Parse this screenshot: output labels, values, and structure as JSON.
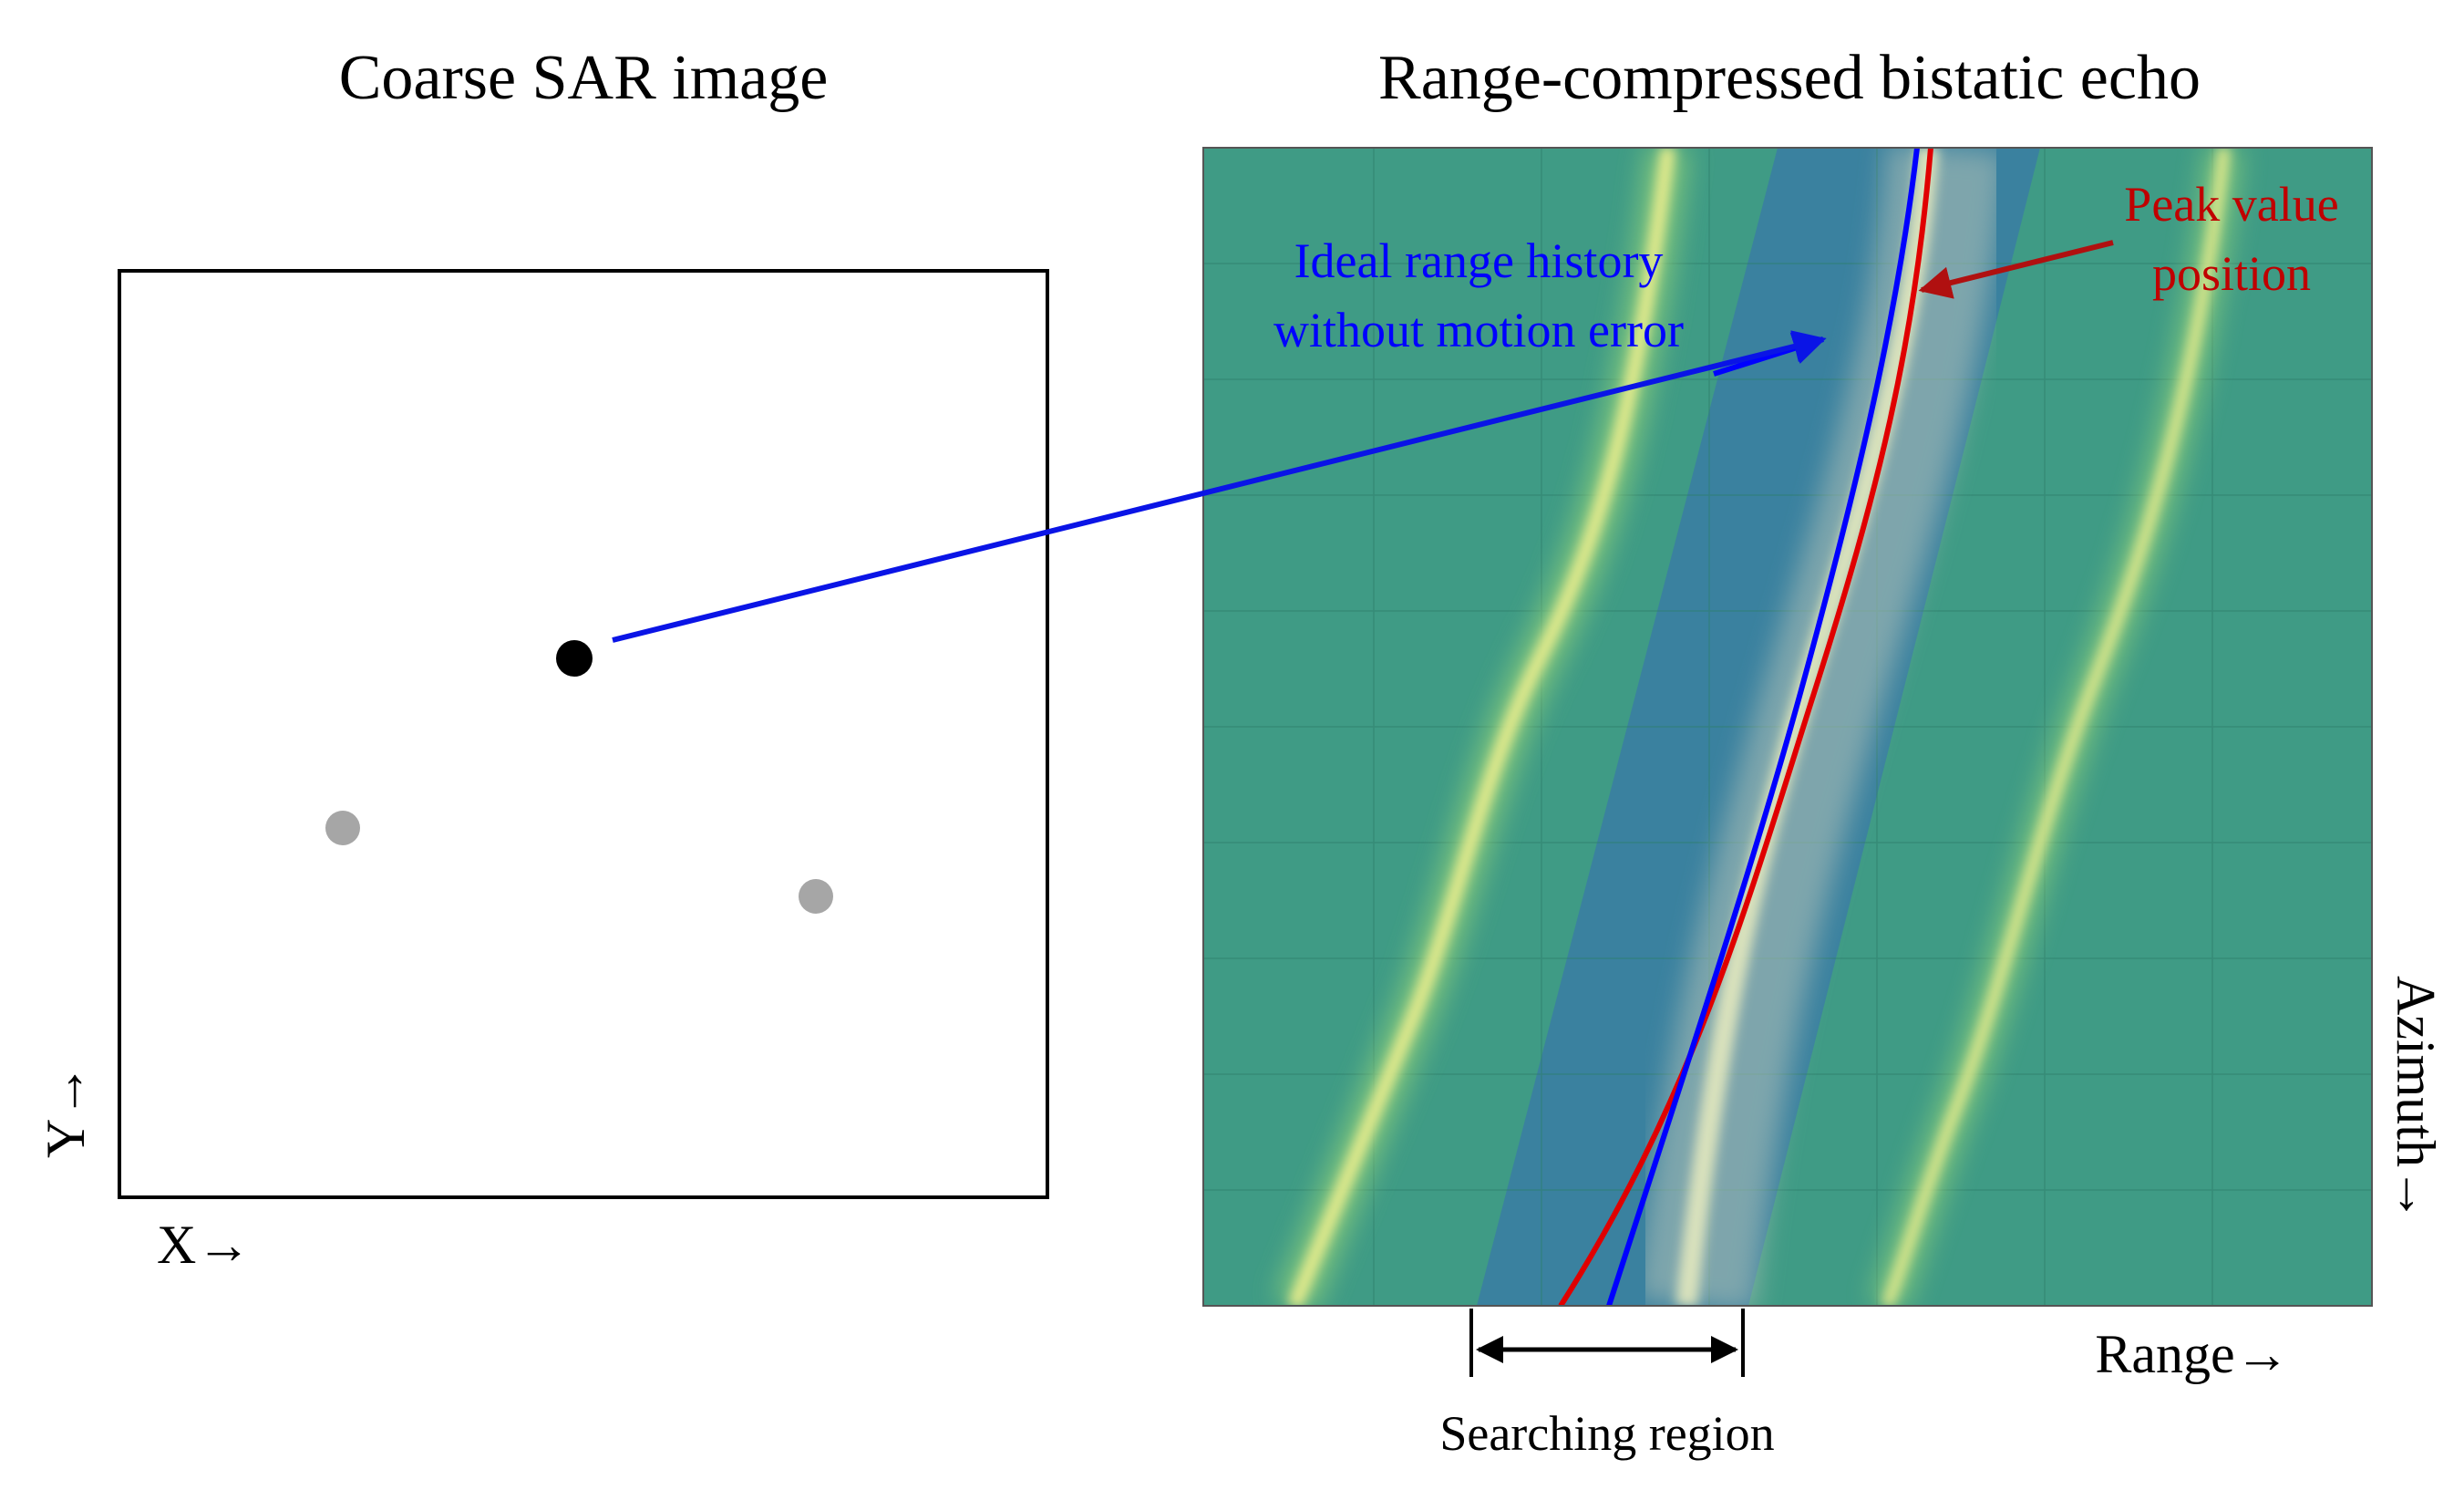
{
  "left_panel": {
    "title": "Coarse SAR image",
    "x_axis_label": "X→",
    "y_axis_label": "Y→",
    "targets": [
      {
        "role": "selected",
        "color": "#000000"
      },
      {
        "role": "other",
        "color": "#a6a6a6"
      },
      {
        "role": "other",
        "color": "#a6a6a6"
      }
    ]
  },
  "right_panel": {
    "title": "Range-compressed bistatic echo",
    "x_axis_label": "Range→",
    "y_axis_label": "Azimuth→",
    "background_color": "#3f9b85",
    "search_band_color": "#3a7fa0",
    "echo_trace_color": "#e3ea8c",
    "ideal_history_label": [
      "Ideal range history",
      "without motion error"
    ],
    "ideal_history_color": "#0000ff",
    "peak_label": [
      "Peak value",
      "position"
    ],
    "peak_color": "#c00000",
    "search_region_label": "Searching region"
  },
  "link_arrow_color": "#0a14e6"
}
